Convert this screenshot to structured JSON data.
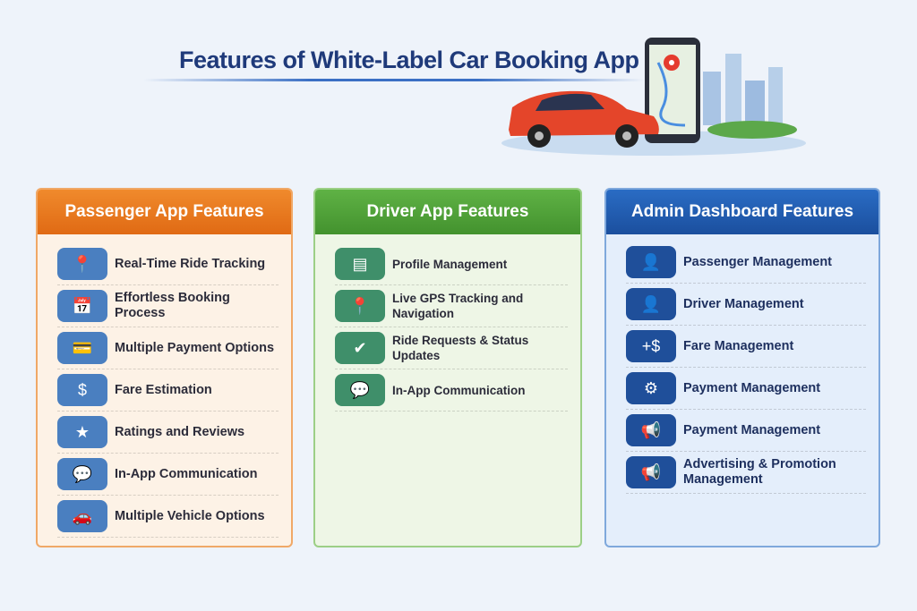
{
  "title": "Features of White-Label Car Booking App",
  "colors": {
    "passenger": "#e8761c",
    "driver": "#4fa03a",
    "admin": "#1f5fb4"
  },
  "passenger": {
    "header": "Passenger App Features",
    "items": [
      {
        "label": "Real-Time Ride Tracking",
        "icon": "map-pin-icon"
      },
      {
        "label": "Effortless Booking Process",
        "icon": "calendar-car-icon"
      },
      {
        "label": "Multiple Payment Options",
        "icon": "credit-card-icon"
      },
      {
        "label": "Fare Estimation",
        "icon": "calculator-coin-icon"
      },
      {
        "label": "Ratings and Reviews",
        "icon": "stars-icon"
      },
      {
        "label": "In-App Communication",
        "icon": "chat-icon"
      },
      {
        "label": "Multiple Vehicle Options",
        "icon": "cars-icon"
      }
    ]
  },
  "driver": {
    "header": "Driver App Features",
    "items": [
      {
        "label": "Profile Management",
        "icon": "id-card-icon"
      },
      {
        "label": "Live GPS Tracking and Navigation",
        "icon": "gps-map-icon"
      },
      {
        "label": "Ride Requests & Status Updates",
        "icon": "clipboard-check-icon"
      },
      {
        "label": "In-App Communication",
        "icon": "chat-icon"
      }
    ]
  },
  "admin": {
    "header": "Admin Dashboard Features",
    "items": [
      {
        "label": "Passenger Management",
        "icon": "users-icon"
      },
      {
        "label": "Driver Management",
        "icon": "driver-icon"
      },
      {
        "label": "Fare Management",
        "icon": "fare-icon"
      },
      {
        "label": "Payment Management",
        "icon": "card-gear-icon"
      },
      {
        "label": "Payment Management",
        "icon": "megaphone-icon"
      },
      {
        "label": "Advertising & Promotion Management",
        "icon": "megaphone-icon"
      }
    ]
  }
}
